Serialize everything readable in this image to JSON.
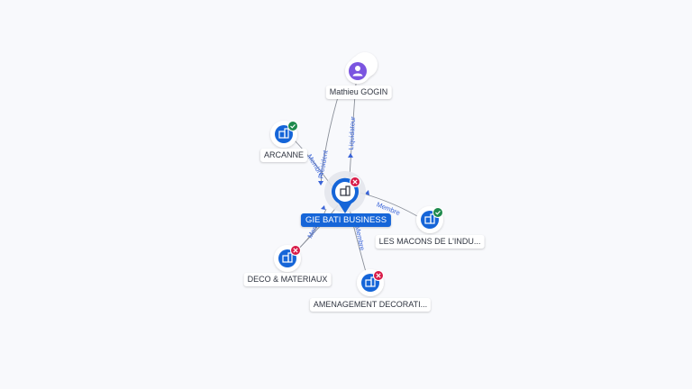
{
  "center": {
    "label": "GIE BATI BUSINESS",
    "icon": "building-icon",
    "status": "closed",
    "color": "#1565d8"
  },
  "nodes": [
    {
      "id": "person",
      "label": "Mathieu GOGIN",
      "icon": "person-icon",
      "status": null,
      "color": "#7b55e0"
    },
    {
      "id": "arcanne",
      "label": "ARCANNE",
      "icon": "building-icon",
      "status": "active",
      "color": "#1565d8"
    },
    {
      "id": "macons",
      "label": "LES MACONS DE L'INDU...",
      "icon": "building-icon",
      "status": "active",
      "color": "#1565d8"
    },
    {
      "id": "deco",
      "label": "DECO & MATERIAUX",
      "icon": "building-icon",
      "status": "closed",
      "color": "#1565d8"
    },
    {
      "id": "amenagement",
      "label": "AMENAGEMENT DECORATI...",
      "icon": "building-icon",
      "status": "closed",
      "color": "#1565d8"
    }
  ],
  "edges": [
    {
      "id": "e-person-liq",
      "label": "Liquidateur"
    },
    {
      "id": "e-person-pres",
      "label": "Président"
    },
    {
      "id": "e-arcanne",
      "label": "Membre"
    },
    {
      "id": "e-macons",
      "label": "Membre"
    },
    {
      "id": "e-deco",
      "label": "Membre"
    },
    {
      "id": "e-amenagement",
      "label": "Membre"
    }
  ],
  "colors": {
    "active_badge": "#1e8a4c",
    "closed_badge": "#d81b48",
    "edge": "#8a8f99",
    "edge_label": "#3a64d8"
  }
}
